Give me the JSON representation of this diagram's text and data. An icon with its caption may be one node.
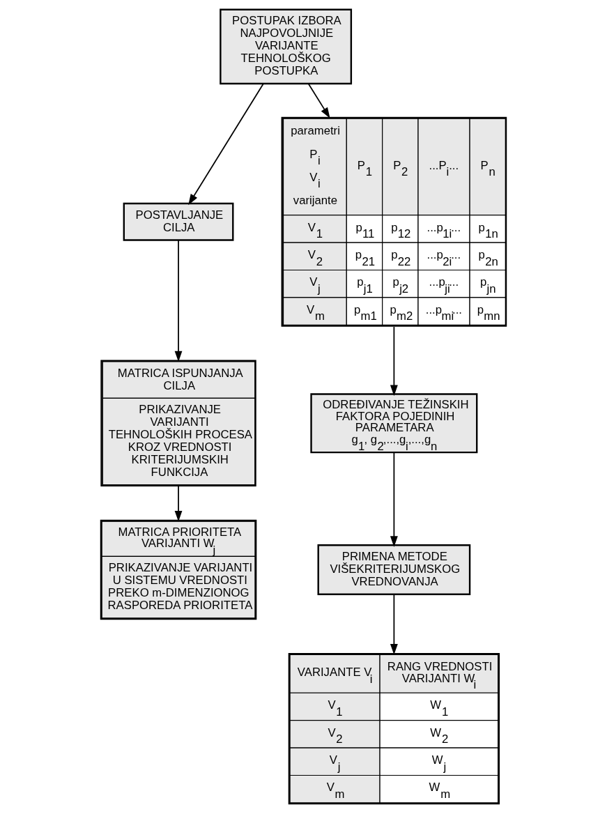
{
  "diagram": {
    "nodes": [
      {
        "text": [
          "POSTUPAK IZBORA NAJPOVOLJNIJE VARIJANTE TEHNOLOŠKOG POSTUPKA"
        ]
      },
      {
        "text": [
          "POSTAVLJANJE CILJA"
        ]
      },
      {
        "text": [
          "parametri",
          "P$_{i}$",
          "V$_{i}$",
          "varijante",
          "P$_{1}$",
          "P$_{2}$",
          "...P$_{i}$...",
          "P$_{n}$",
          "V$_{1}$",
          "p$_{11}$",
          "p$_{12}$",
          "...p$_{1i}$...",
          "p$_{1n}$",
          "V$_{2}$",
          "p$_{21}$",
          "p$_{22}$",
          "...p$_{2i}$...",
          "p$_{2n}$",
          "V$_{j}$",
          "p$_{j1}$",
          "p$_{j2}$",
          "...p$_{ji}$...",
          "p$_{jn}$",
          "V$_{m}$",
          "p$_{m1}$",
          "p$_{m2}$",
          "...p$_{mi}$...",
          "p$_{mn}$"
        ]
      },
      {
        "text": [
          "MATRICA ISPUNJANJA CILJA",
          "PRIKAZIVANJE VARIJANTI TEHNOLOŠKIH PROCESA KROZ VREDNOSTI KRITERIJUMSKIH FUNKCIJA"
        ]
      },
      {
        "text": [
          "ODREĐIVANJE TEŽINSKIH FAKTORA POJEDINIH PARAMETARA",
          "g$_{1}$, g$_{2}$,...,g$_{i}$,...,g$_{n}$"
        ]
      },
      {
        "text": [
          "PRIMENA METODE VIŠEKRITERIJUMSKOG VREDNOVANJA"
        ]
      },
      {
        "text": [
          "VARIJANTE V$_{i}$",
          "RANG VREDNOSTI VARIJANTI W$_{i}$",
          "V$_{1}$",
          "W$_{1}$",
          "V$_{2}$",
          "W$_{2}$",
          "V$_{j}$",
          "W$_{j}$",
          "V$_{m}$",
          "W$_{m}$"
        ]
      },
      {
        "text": [
          "MATRICA PRIORITETA VARIJANTI W$_{j}$",
          "PRIKAZIVANJE VARIJANTI U SISTEMU VREDNOSTI PREKO m-DIMENZIONOG RASPOREDA PRIORITETA"
        ]
      }
    ],
    "edges": [
      {
        "from": 0,
        "to": 2,
        "arrow": "to"
      },
      {
        "from": 0,
        "to": 1,
        "arrow": "to"
      },
      {
        "from": 1,
        "to": 3,
        "arrow": "to"
      },
      {
        "from": 2,
        "to": 4,
        "arrow": "to"
      },
      {
        "from": 4,
        "to": 5,
        "arrow": "to"
      },
      {
        "from": 5,
        "to": 6,
        "arrow": "to"
      },
      {
        "from": 3,
        "to": 7,
        "arrow": "to"
      }
    ]
  }
}
